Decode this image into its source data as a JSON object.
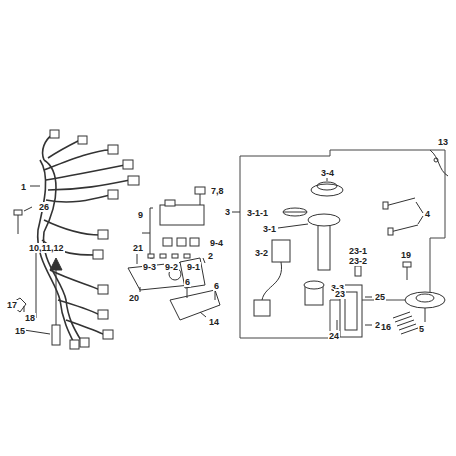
{
  "diagram": {
    "labels": [
      "26",
      "1",
      "7,8",
      "9",
      "9-3",
      "9-2",
      "9-1",
      "9-4",
      "10,11,12",
      "21",
      "2",
      "20",
      "18",
      "17",
      "15",
      "6",
      "6",
      "14",
      "3",
      "3-4",
      "3-1-1",
      "3-1",
      "3-2",
      "3-3",
      "4",
      "13",
      "23-1",
      "23-2",
      "19",
      "23",
      "25",
      "25",
      "24",
      "16",
      "5"
    ]
  }
}
